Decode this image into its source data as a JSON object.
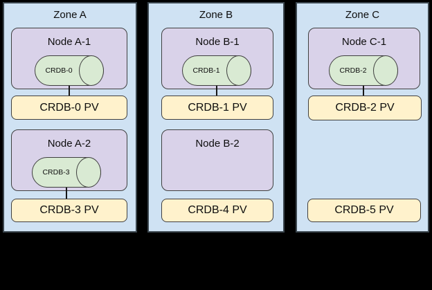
{
  "colors": {
    "background": "#000000",
    "zone_fill": "#cfe2f3",
    "node_fill": "#d9d2e9",
    "pod_fill": "#d9ead3",
    "pv_fill": "#fff2cc",
    "zone_border": "#3c474f",
    "box_border": "#3f3f3f"
  },
  "zones": [
    {
      "title": "Zone A",
      "nodes": [
        {
          "label": "Node A-1",
          "pod": "CRDB-0"
        },
        {
          "label": "Node A-2",
          "pod": "CRDB-3"
        }
      ],
      "pvs": [
        "CRDB-0 PV",
        "CRDB-3 PV"
      ]
    },
    {
      "title": "Zone B",
      "nodes": [
        {
          "label": "Node B-1",
          "pod": "CRDB-1"
        },
        {
          "label": "Node B-2"
        }
      ],
      "pvs": [
        "CRDB-1 PV",
        "CRDB-4 PV"
      ]
    },
    {
      "title": "Zone C",
      "nodes": [
        {
          "label": "Node C-1",
          "pod": "CRDB-2"
        }
      ],
      "pvs": [
        "CRDB-2 PV",
        "CRDB-5 PV"
      ]
    }
  ]
}
